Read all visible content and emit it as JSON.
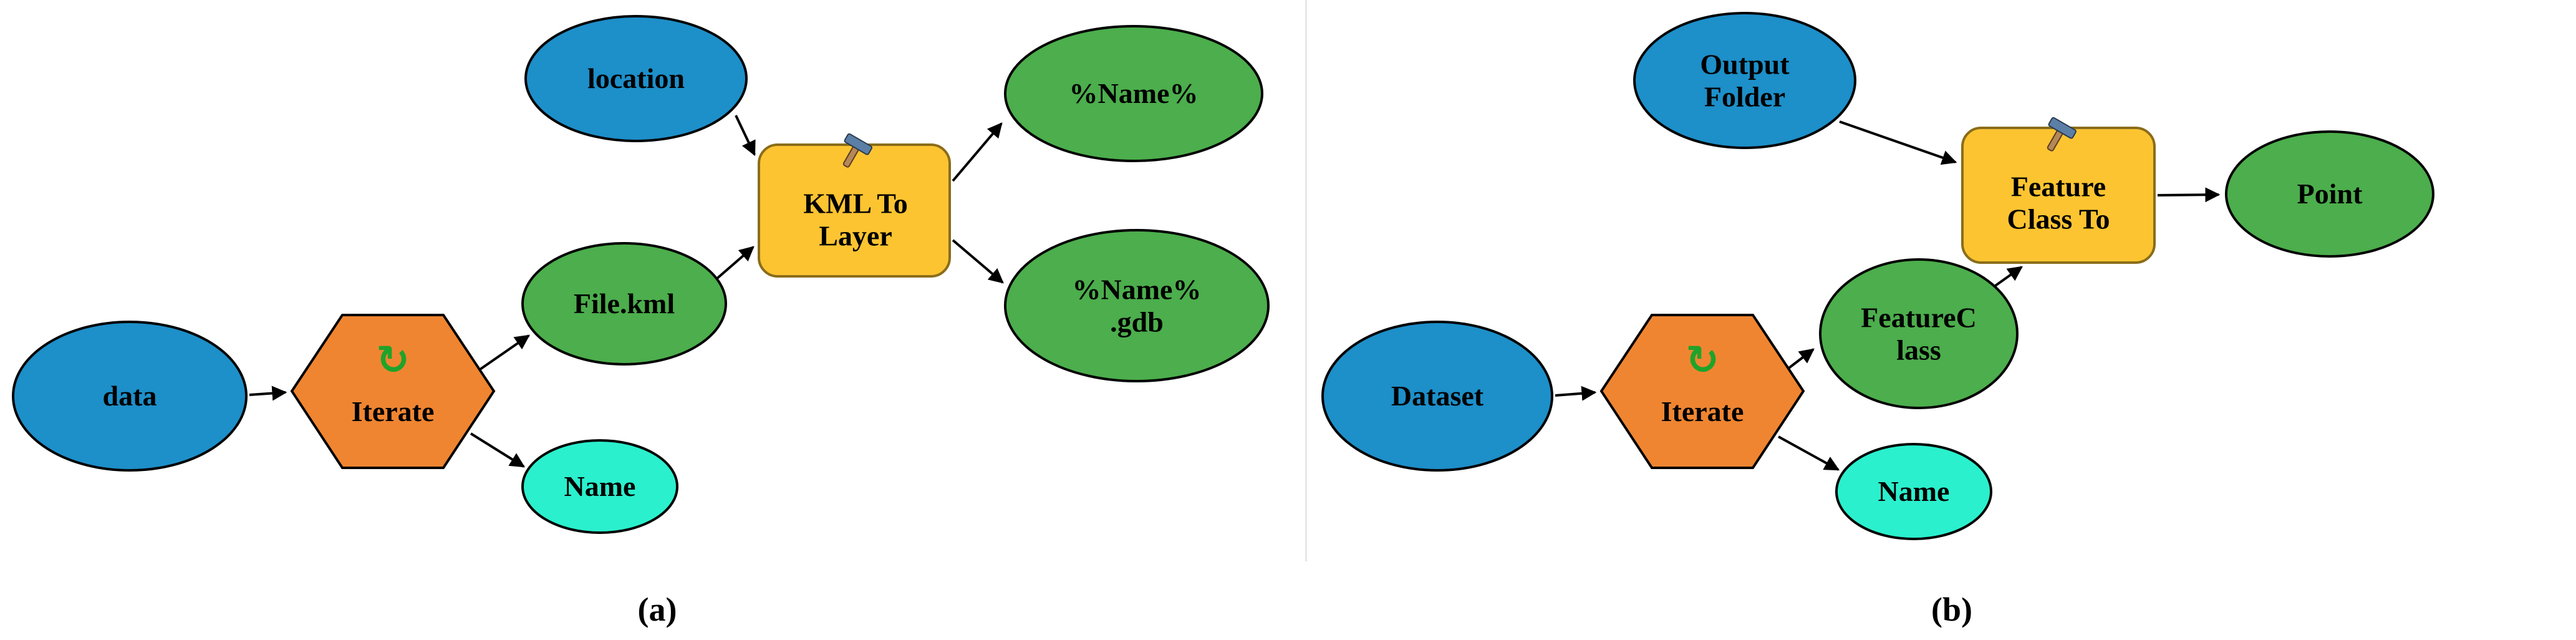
{
  "figure": {
    "panels": [
      {
        "caption_label": "(a)",
        "nodes": {
          "data": "data",
          "iterate": "Iterate",
          "file_kml": "File.kml",
          "name": "Name",
          "location": "location",
          "tool": "KML To Layer",
          "output1": "%Name%",
          "output2": "%Name% .gdb"
        }
      },
      {
        "caption_label": "(b)",
        "nodes": {
          "dataset": "Dataset",
          "iterate": "Iterate",
          "feature_class": "FeatureC lass",
          "name": "Name",
          "output_folder": "Output Folder",
          "tool": "Feature Class To",
          "output": "Point"
        }
      }
    ],
    "icons": {
      "iterate_loop": "↻"
    },
    "colors": {
      "input_blue": "#1d8fc9",
      "derived_green": "#4cae4c",
      "precondition_cyan": "#2af0cd",
      "iterator_orange": "#ef8531",
      "tool_yellow": "#fdc431",
      "hammer_head": "#5b7fa6",
      "hammer_handle": "#b5885a"
    }
  }
}
